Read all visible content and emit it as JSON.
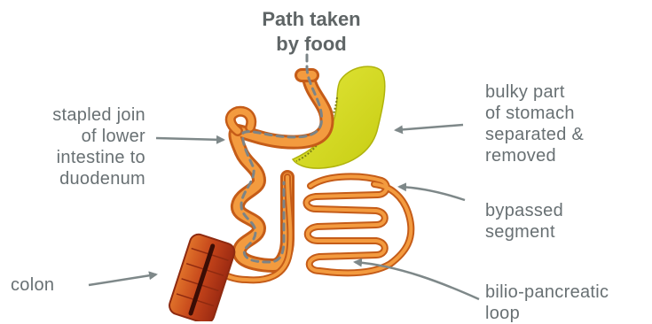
{
  "title": {
    "line1": "Path taken",
    "line2": "by food"
  },
  "labels": {
    "stapled_join": [
      "stapled join",
      "of lower",
      "intestine to",
      "duodenum"
    ],
    "stomach_removed": [
      "bulky part",
      "of stomach",
      "separated &",
      "removed"
    ],
    "bypassed_segment": [
      "bypassed",
      "segment"
    ],
    "colon": [
      "colon"
    ],
    "biliopancreatic_loop": [
      "bilio-pancreatic",
      "loop"
    ]
  },
  "colors": {
    "intestine_fill": "#f39b3f",
    "intestine_outline": "#c55c18",
    "stomach_removed_fill": "#d6dc1e",
    "colon_fill": "#c94a1a",
    "food_path": "#7b8487",
    "arrow": "#7e8889",
    "text": "#687073"
  }
}
